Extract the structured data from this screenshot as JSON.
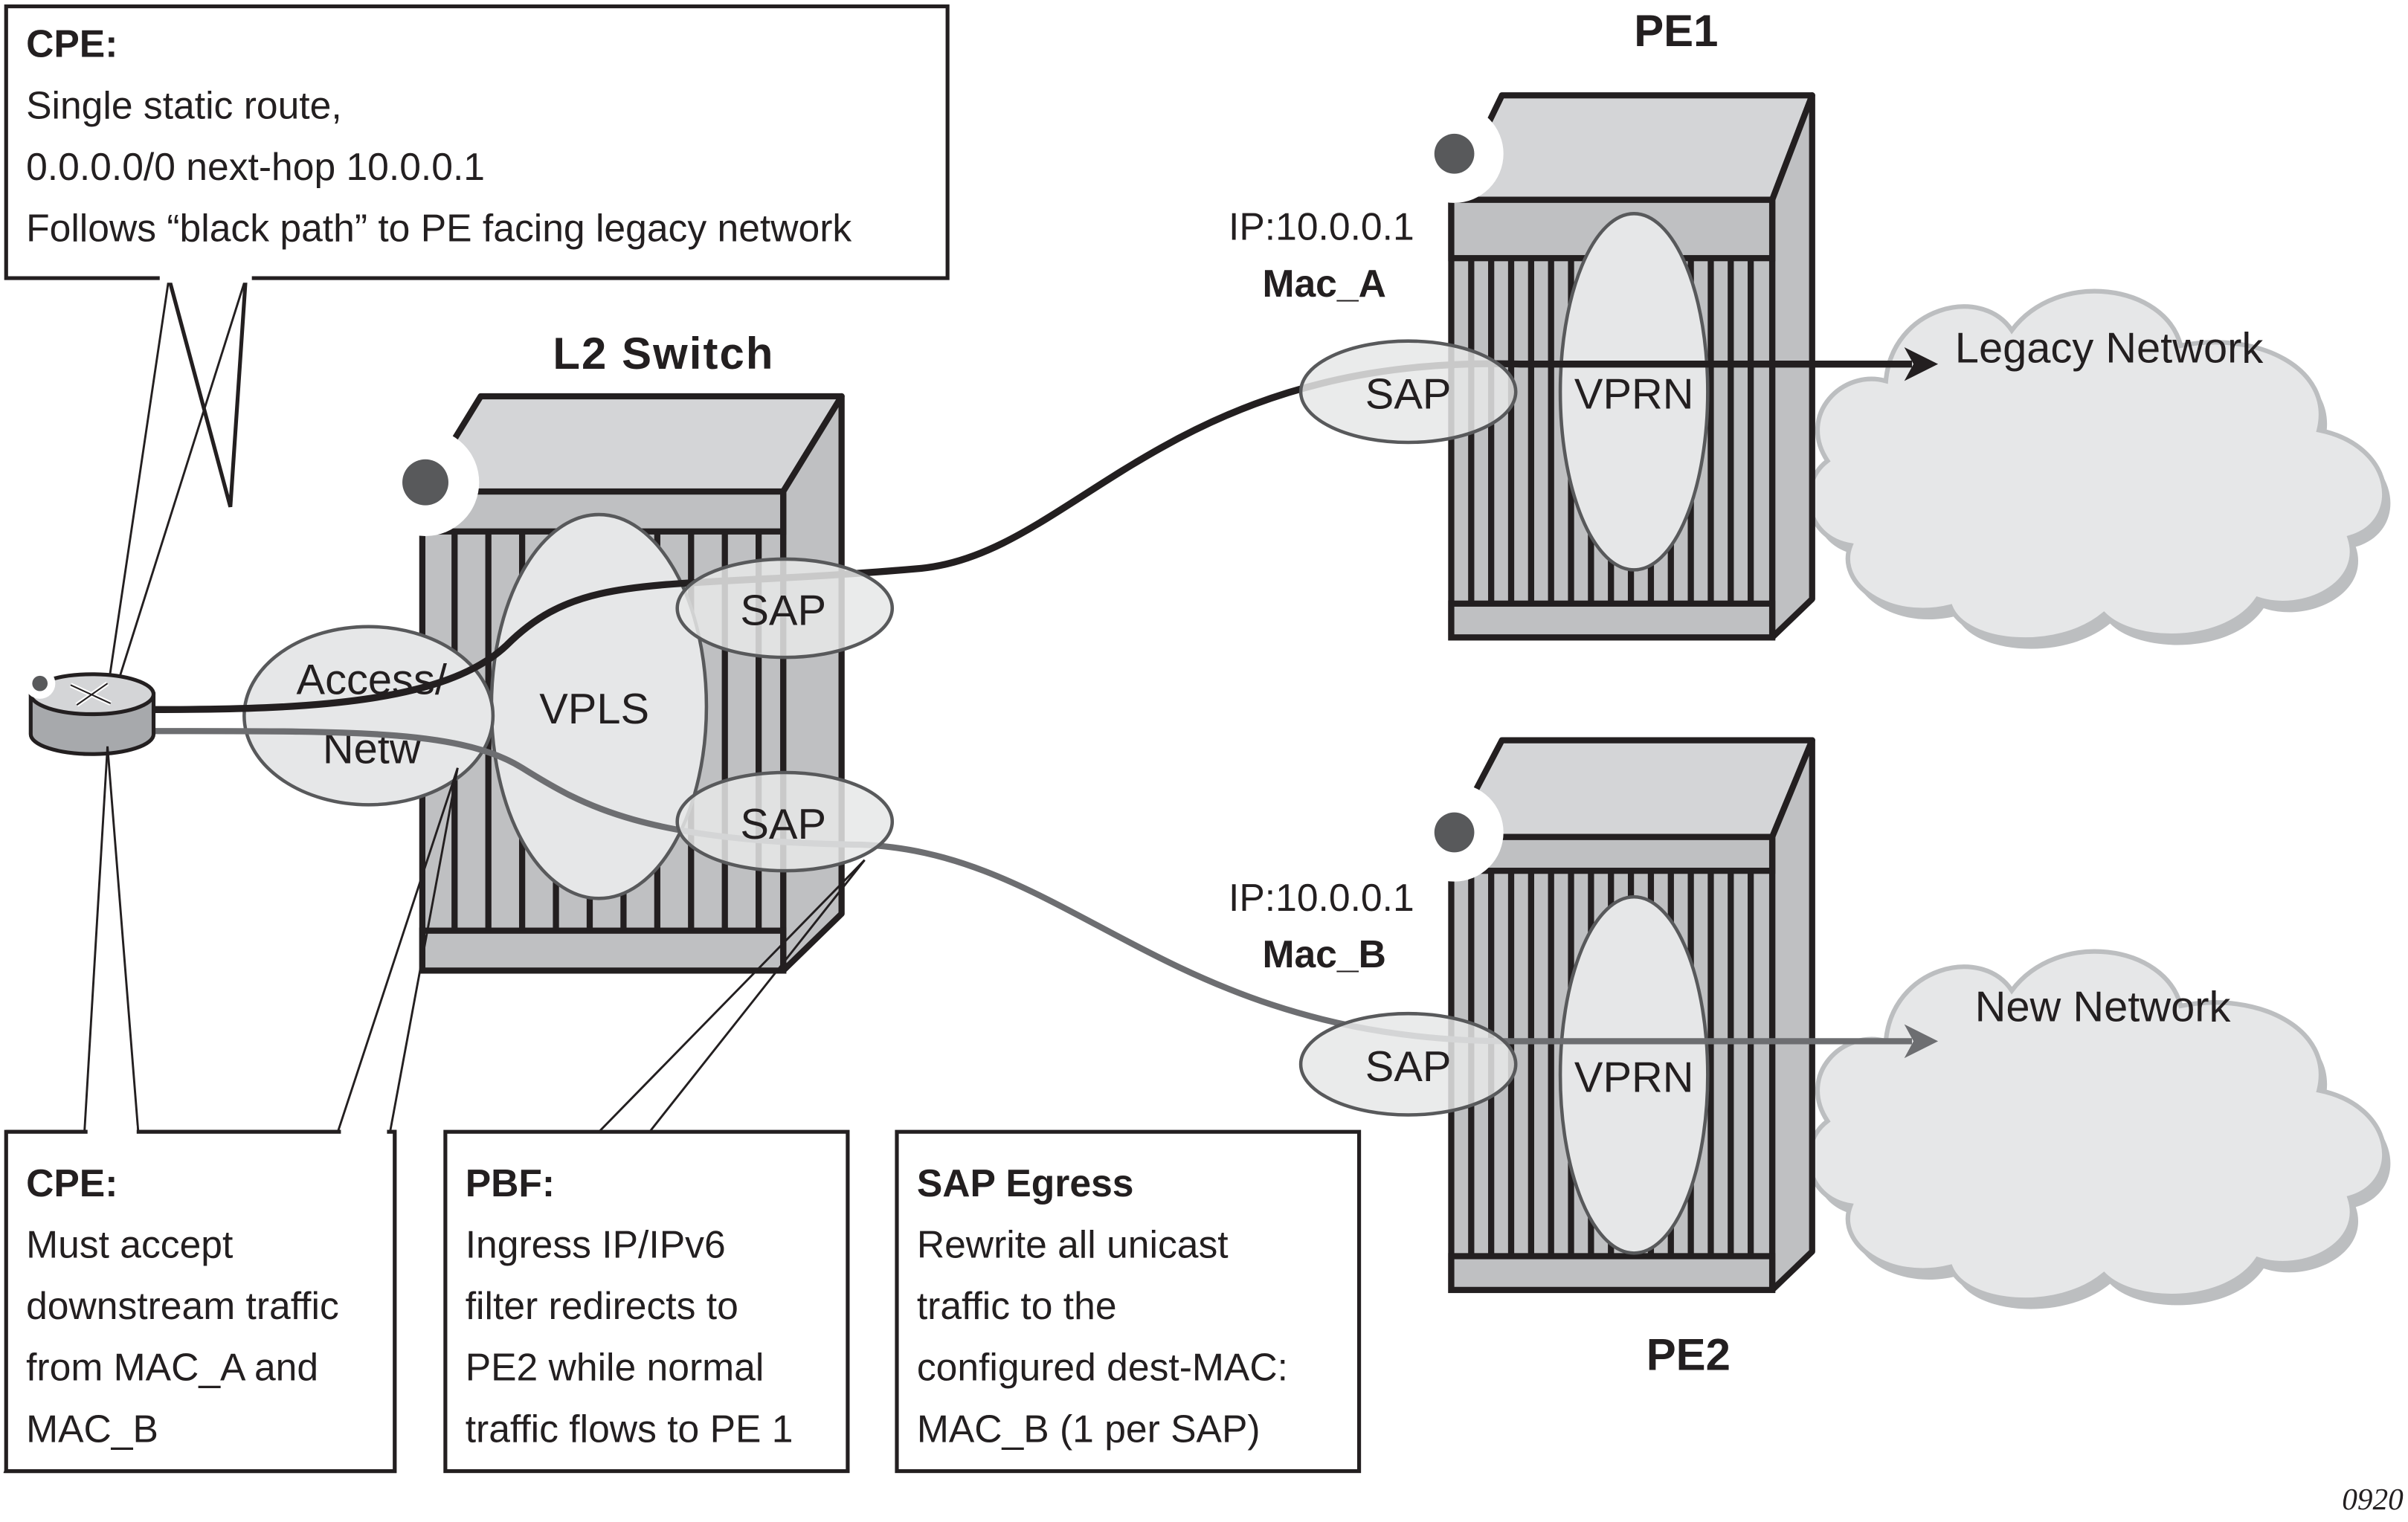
{
  "figure_id": "0920",
  "colors": {
    "black_path": "#231f20",
    "grey_path": "#6d6e71",
    "device_fill": "#bfc0c2",
    "oval_fill": "#e6e7e8",
    "cloud_fill": "#e6e7e8",
    "led": "#58595b"
  },
  "top_note": {
    "title": "CPE:",
    "lines": [
      "Single static route,",
      "0.0.0.0/0 next-hop 10.0.0.1",
      "Follows “black path” to PE facing legacy network"
    ]
  },
  "l2_switch": {
    "label": "L2 Switch",
    "access_label_1": "Access/",
    "access_label_2": "Netw",
    "vpls_label": "VPLS",
    "sap_top": "SAP",
    "sap_bottom": "SAP"
  },
  "pe1": {
    "label": "PE1",
    "ip": "IP:10.0.0.1",
    "mac": "Mac_A",
    "sap": "SAP",
    "vprn": "VPRN",
    "network": "Legacy Network"
  },
  "pe2": {
    "label": "PE2",
    "ip": "IP:10.0.0.1",
    "mac": "Mac_B",
    "sap": "SAP",
    "vprn": "VPRN",
    "network": "New Network"
  },
  "bottom_notes": [
    {
      "title": "CPE:",
      "lines": [
        "Must accept",
        "downstream traffic",
        "from MAC_A and",
        "MAC_B"
      ]
    },
    {
      "title": "PBF:",
      "lines": [
        "Ingress IP/IPv6",
        "filter redirects to",
        "PE2 while normal",
        "traffic flows to PE 1"
      ]
    },
    {
      "title": "SAP Egress",
      "lines": [
        "Rewrite all unicast",
        "traffic to the",
        "configured dest-MAC:",
        "MAC_B (1 per SAP)"
      ]
    }
  ]
}
